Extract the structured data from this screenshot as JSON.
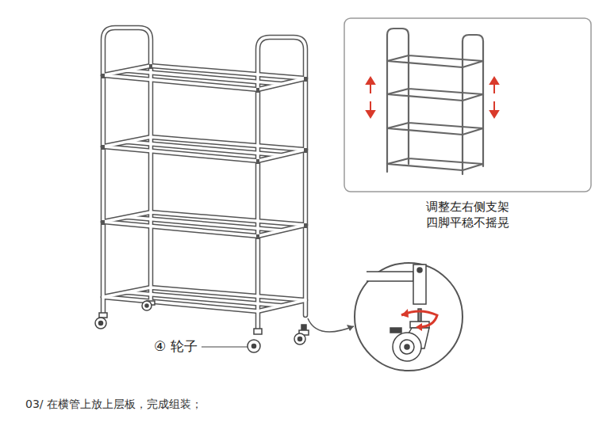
{
  "diagram": {
    "caption": "03/ 在横管上放上层板，完成组装；",
    "nodes": [
      {
        "text": [
          "调整左右侧支架 四脚平稳不摇晃"
        ]
      }
    ],
    "labels": [
      "④ 轮子"
    ]
  }
}
